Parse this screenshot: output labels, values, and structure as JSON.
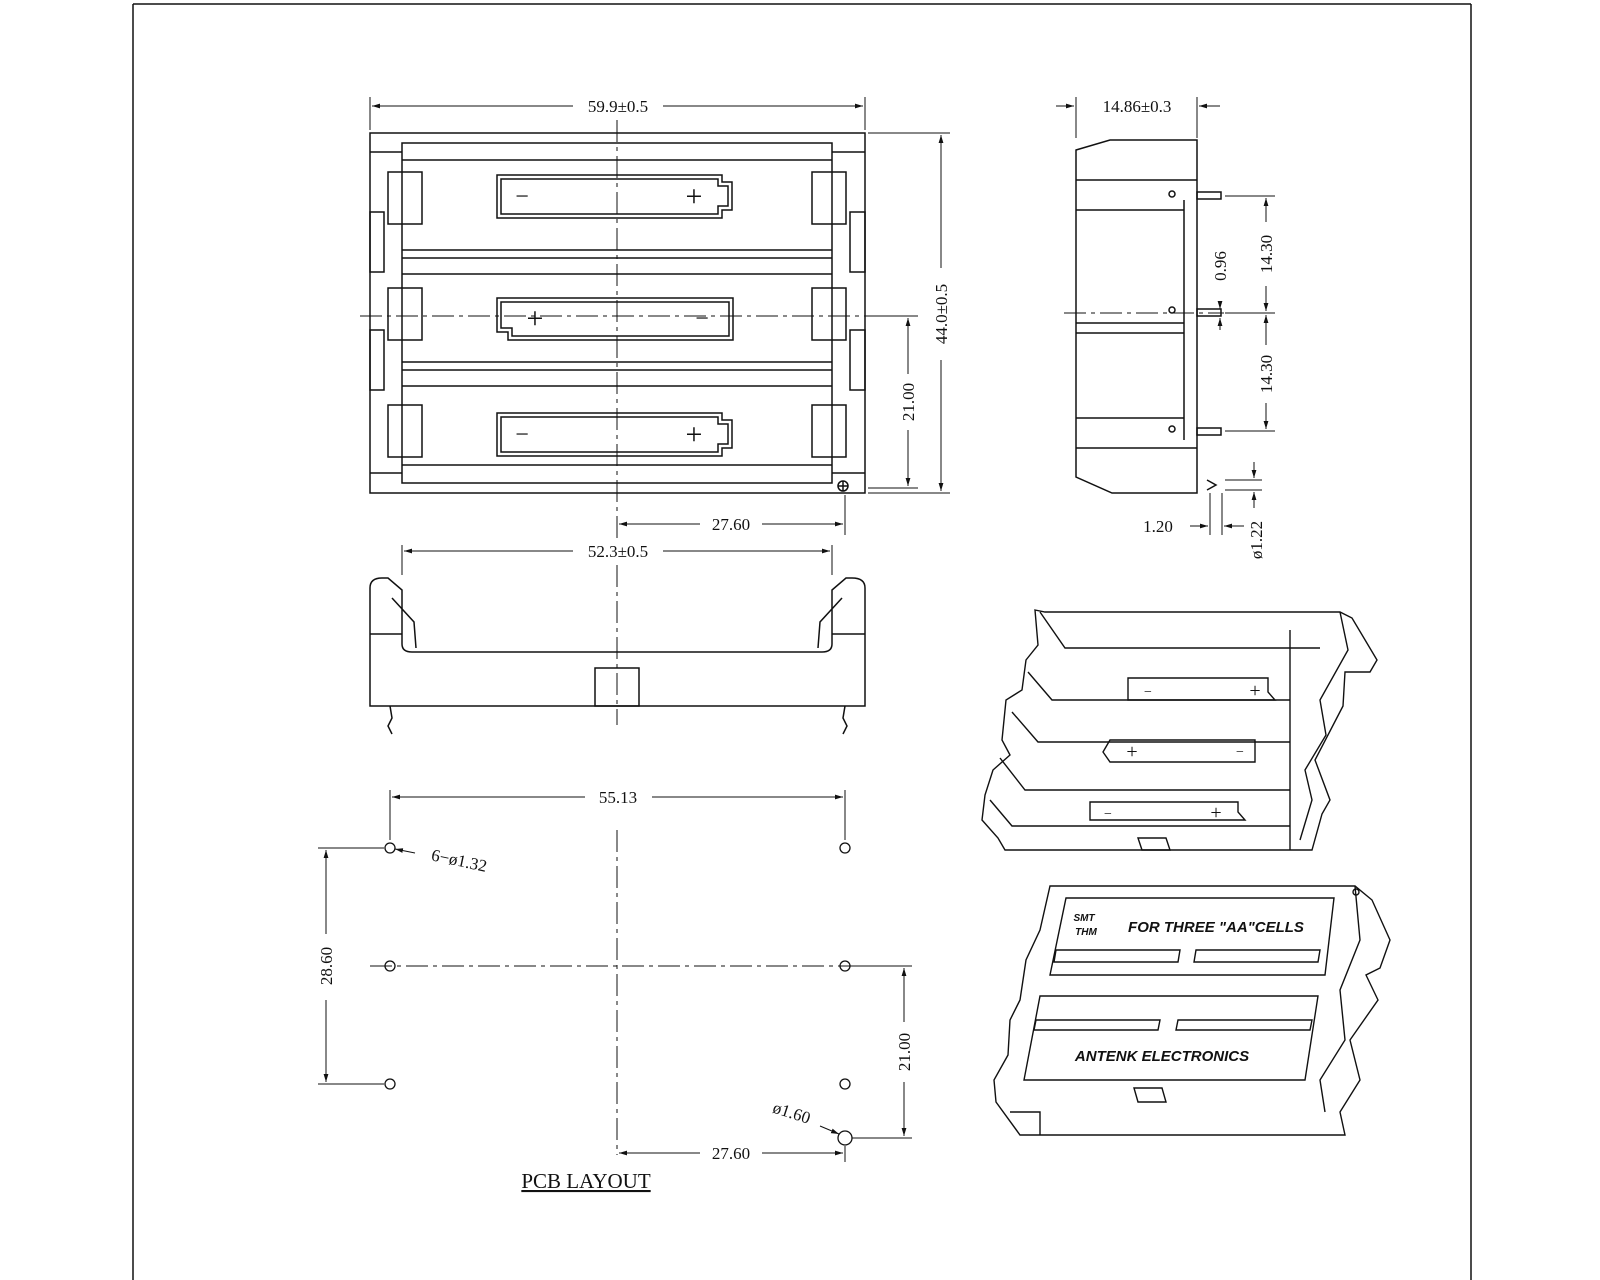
{
  "drawing": {
    "pcb_layout_label": "PCB LAYOUT",
    "product_label": "FOR THREE \"AA\"CELLS",
    "smt_label": "SMT",
    "thm_label": "THM",
    "brand_label": "ANTENK ELECTRONICS",
    "polarity_plus": "+",
    "polarity_minus": "−"
  },
  "dimensions": {
    "overall_length": "59.9±0.5",
    "overall_width": "44.0±0.5",
    "inner_length": "52.3±0.5",
    "height": "14.86±0.3",
    "row_pitch_top": "21.00",
    "center_to_end": "27.60",
    "pin_pitch_upper": "14.30",
    "pin_pitch_lower": "14.30",
    "pin_offset": "0.96",
    "pin_length": "1.20",
    "pin_diameter": "ø1.22",
    "pcb_hole_span": "55.13",
    "pcb_holes": "6−ø1.32",
    "pcb_row_span": "28.60",
    "pcb_row_pitch": "21.00",
    "pcb_mount_hole": "ø1.60",
    "pcb_center_to_hole": "27.60"
  }
}
